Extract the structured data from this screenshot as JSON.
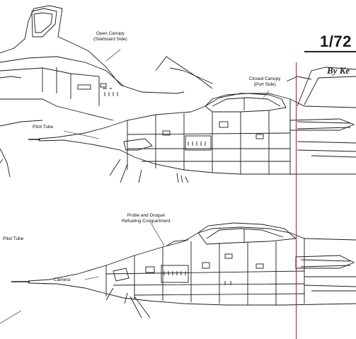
{
  "title": {
    "text": "1/72",
    "byline": "By Ke"
  },
  "top_view": {
    "labels": {
      "open_canopy": [
        "Open Canopy",
        "(Starboard Side)"
      ],
      "closed_canopy": [
        "Closed Canopy",
        "(Port Side)"
      ],
      "pitot_tube": "Pitot Tube"
    }
  },
  "bottom_view": {
    "labels": {
      "probe_drogue": [
        "Probe and Drogue",
        "Refueling Compartment"
      ],
      "pitot_tube": "Pitot Tube",
      "camera": "Camera"
    }
  },
  "colors": {
    "ink": "#1a1a1a",
    "guide_line": "#b0124a",
    "paper": "#ffffff"
  }
}
